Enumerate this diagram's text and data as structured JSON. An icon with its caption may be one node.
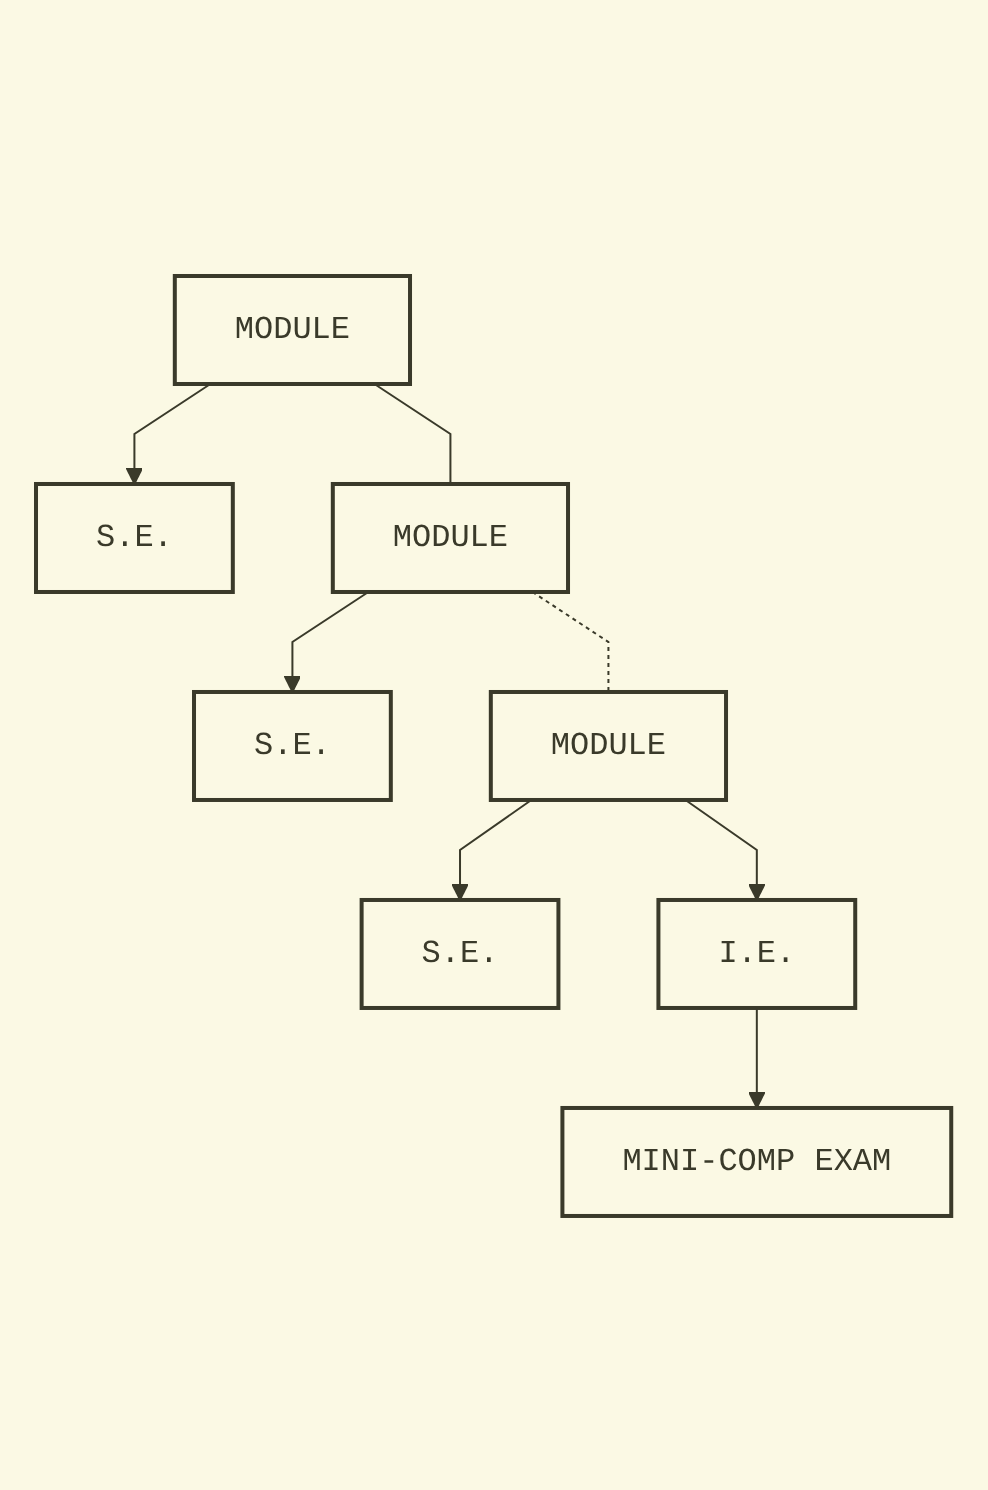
{
  "diagram": {
    "nodes": [
      {
        "text": [
          "MODULE"
        ]
      },
      {
        "text": [
          "S.E."
        ]
      },
      {
        "text": [
          "MODULE"
        ]
      },
      {
        "text": [
          "S.E."
        ]
      },
      {
        "text": [
          "MODULE"
        ]
      },
      {
        "text": [
          "S.E."
        ]
      },
      {
        "text": [
          "I.E."
        ]
      },
      {
        "text": [
          "MINI-COMP EXAM"
        ]
      }
    ],
    "edges": [
      {
        "from": 0,
        "to": 1,
        "arrow": "to"
      },
      {
        "from": 0,
        "to": 2,
        "arrow": "none"
      },
      {
        "from": 2,
        "to": 3,
        "arrow": "to"
      },
      {
        "from": 2,
        "to": 4,
        "arrow": "none",
        "style": "dashed"
      },
      {
        "from": 4,
        "to": 5,
        "arrow": "to"
      },
      {
        "from": 4,
        "to": 6,
        "arrow": "to"
      },
      {
        "from": 6,
        "to": 7,
        "arrow": "to"
      }
    ]
  }
}
